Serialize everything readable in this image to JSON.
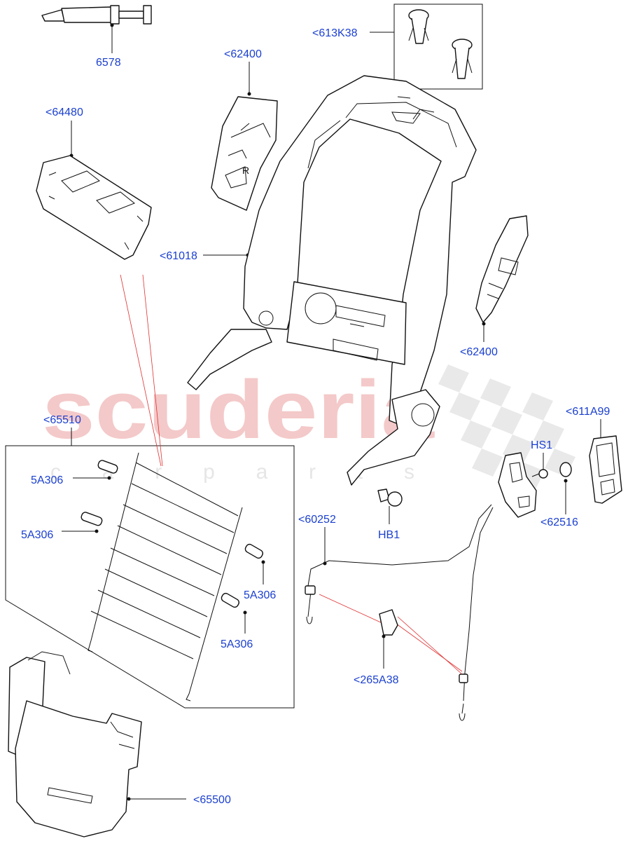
{
  "watermark": {
    "brand": "scuderia",
    "sub": "c a r p a r t s"
  },
  "callouts": {
    "grease": "6578",
    "pins": "<613K38",
    "trim_left": "<62400",
    "plate": "<64480",
    "frame": "<61018",
    "trim_right": "<62400",
    "mat_box": "<65510",
    "spring_a": "5A306",
    "spring_b": "5A306",
    "spring_c": "5A306",
    "spring_d": "5A306",
    "switch_bezel": "<611A99",
    "screw_hs": "HS1",
    "cap": "<62516",
    "bolt_hb": "HB1",
    "cable": "<60252",
    "clip": "<265A38",
    "lumbar": "<65500"
  }
}
